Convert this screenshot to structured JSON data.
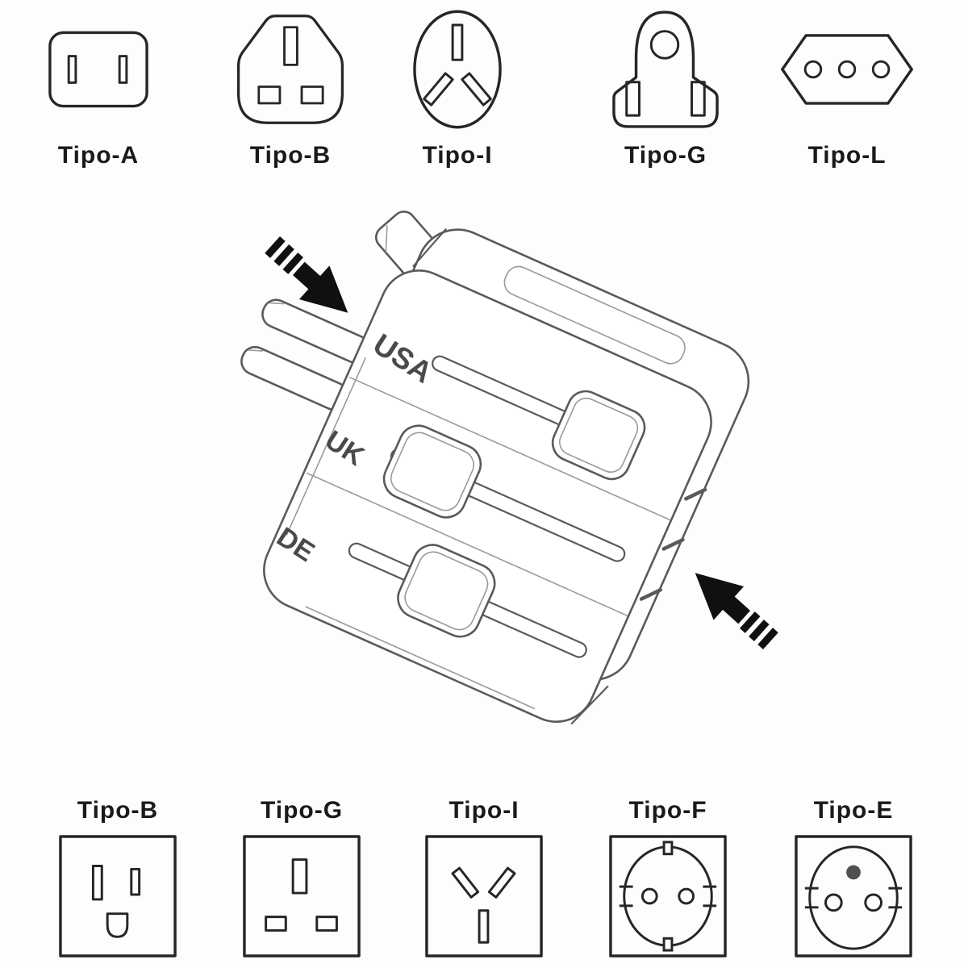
{
  "title": "Universal travel adapter plug and socket compatibility diagram",
  "colors": {
    "background": "#fdfdfd",
    "tile_line": "#262626",
    "label_text": "#1a1a1a",
    "adapter_line": "#5a5a5a",
    "adapter_detail": "#9a9a9a",
    "arrow_fill": "#101010",
    "ground_pin_fill": "#4f4f4f"
  },
  "top_row": {
    "description": "plug types",
    "items": [
      {
        "label": "Tipo-A",
        "icon": "type-a-plug-icon"
      },
      {
        "label": "Tipo-B",
        "icon": "type-b-plug-icon"
      },
      {
        "label": "Tipo-I",
        "icon": "type-i-plug-icon"
      },
      {
        "label": "Tipo-G",
        "icon": "type-g-plug-icon"
      },
      {
        "label": "Tipo-L",
        "icon": "type-l-plug-icon"
      }
    ]
  },
  "adapter": {
    "description": "universal adapter with sliding plug selectors and direction arrows",
    "labels": {
      "usa": "USA",
      "uk": "UK",
      "de": "DE"
    }
  },
  "bottom_row": {
    "description": "socket types",
    "items": [
      {
        "label": "Tipo-B",
        "icon": "type-b-socket-icon"
      },
      {
        "label": "Tipo-G",
        "icon": "type-g-socket-icon"
      },
      {
        "label": "Tipo-I",
        "icon": "type-i-socket-icon"
      },
      {
        "label": "Tipo-F",
        "icon": "type-f-socket-icon"
      },
      {
        "label": "Tipo-E",
        "icon": "type-e-socket-icon"
      }
    ]
  }
}
